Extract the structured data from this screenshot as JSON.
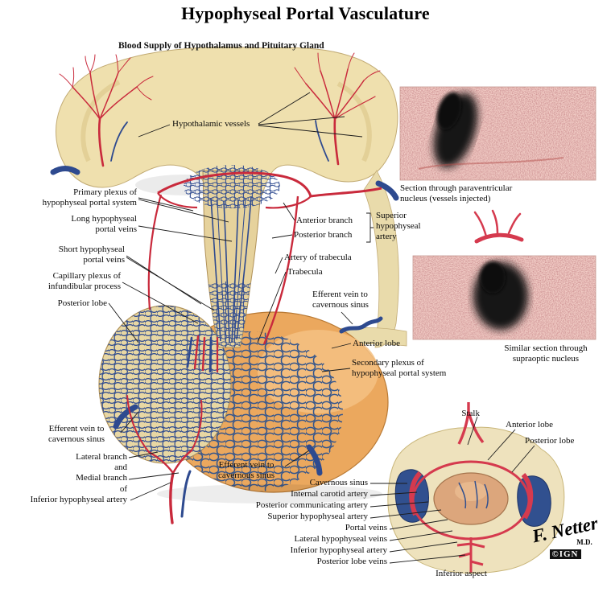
{
  "title": "Hypophyseal Portal Vasculature",
  "subtitle": "Blood Supply of Hypothalamus and Pituitary Gland",
  "colors": {
    "artery_red": "#c92a3c",
    "vein_blue": "#2e4a8f",
    "tissue_cream": "#efe0ae",
    "gland_orange": "#eba85e",
    "histology_pink": "#f2cdc6"
  },
  "labels": {
    "hypothalamic_vessels": "Hypothalamic vessels",
    "primary_plexus": "Primary plexus of\nhypophyseal portal system",
    "long_portal_veins": "Long hypophyseal\nportal veins",
    "short_portal_veins": "Short hypophyseal\nportal veins",
    "capillary_plexus": "Capillary plexus of\ninfundibular process",
    "posterior_lobe": "Posterior lobe",
    "anterior_branch": "Anterior branch",
    "posterior_branch": "Posterior branch",
    "superior_hypophyseal_artery": "Superior\nhypophyseal\nartery",
    "artery_of_trabecula": "Artery of trabecula",
    "trabecula": "Trabecula",
    "efferent_vein_right": "Efferent vein to\ncavernous sinus",
    "anterior_lobe": "Anterior lobe",
    "secondary_plexus": "Secondary plexus of\nhypophyseal portal system",
    "efferent_vein_left": "Efferent vein to\ncavernous sinus",
    "branches_of_inferior": "Lateral branch\nand\nMedial branch\nof\nInferior hypophyseal artery",
    "efferent_vein_bottom": "Efferent vein to\ncavernous sinus"
  },
  "histology": {
    "paraventricular_caption": "Section through paraventricular\nnucleus (vessels injected)",
    "supraoptic_caption": "Similar section through\nsupraoptic nucleus"
  },
  "inferior_view": {
    "stalk": "Stalk",
    "anterior_lobe": "Anterior lobe",
    "posterior_lobe": "Posterior lobe",
    "cavernous_sinus": "Cavernous sinus",
    "internal_carotid_artery": "Internal carotid artery",
    "posterior_communicating_artery": "Posterior communicating artery",
    "superior_hypophyseal_artery": "Superior hypophyseal artery",
    "portal_veins": "Portal veins",
    "lateral_hypophyseal_veins": "Lateral hypophyseal veins",
    "inferior_hypophyseal_artery": "Inferior hypophyseal artery",
    "posterior_lobe_veins": "Posterior lobe veins",
    "caption": "Inferior aspect"
  },
  "signature": {
    "artist": "F. Netter",
    "credential": "M.D.",
    "copyright": "©IGN"
  }
}
